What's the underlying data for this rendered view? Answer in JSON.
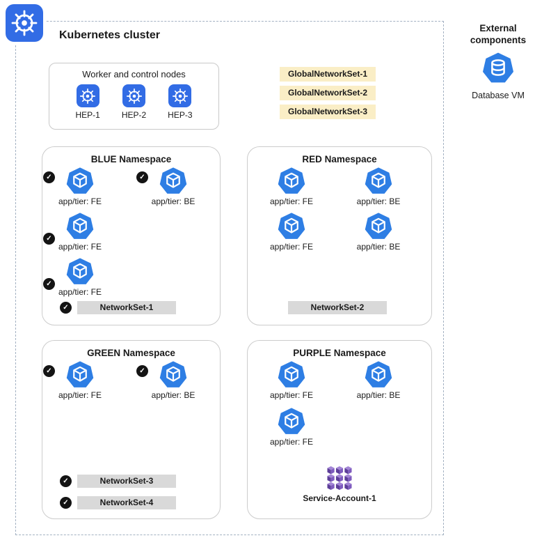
{
  "colors": {
    "k8s_blue": "#326CE5",
    "pod_blue": "#2E7EE4",
    "global_networkset_bg": "#FAEEC6",
    "networkset_bg": "#D9D9D9",
    "check_bg": "#141414",
    "service_account_purple": "#7E5BBE"
  },
  "cluster": {
    "title": "Kubernetes cluster"
  },
  "nodes_panel": {
    "title": "Worker and control nodes",
    "nodes": [
      {
        "label": "HEP-1"
      },
      {
        "label": "HEP-2"
      },
      {
        "label": "HEP-3"
      }
    ]
  },
  "global_network_sets": [
    {
      "label": "GlobalNetworkSet-1"
    },
    {
      "label": "GlobalNetworkSet-2"
    },
    {
      "label": "GlobalNetworkSet-3"
    }
  ],
  "namespaces": {
    "blue": {
      "title": "BLUE Namespace",
      "pods": [
        {
          "label": "app/tier: FE",
          "checked": true
        },
        {
          "label": "app/tier: BE",
          "checked": true
        },
        {
          "label": "app/tier: FE",
          "checked": true
        },
        {
          "label": "app/tier: FE",
          "checked": true
        }
      ],
      "network_sets": [
        {
          "label": "NetworkSet-1",
          "checked": true
        }
      ]
    },
    "red": {
      "title": "RED Namespace",
      "pods": [
        {
          "label": "app/tier: FE",
          "checked": false
        },
        {
          "label": "app/tier: BE",
          "checked": false
        },
        {
          "label": "app/tier: FE",
          "checked": false
        },
        {
          "label": "app/tier: BE",
          "checked": false
        }
      ],
      "network_sets": [
        {
          "label": "NetworkSet-2",
          "checked": false
        }
      ]
    },
    "green": {
      "title": "GREEN Namespace",
      "pods": [
        {
          "label": "app/tier: FE",
          "checked": true
        },
        {
          "label": "app/tier: BE",
          "checked": true
        }
      ],
      "network_sets": [
        {
          "label": "NetworkSet-3",
          "checked": true
        },
        {
          "label": "NetworkSet-4",
          "checked": true
        }
      ]
    },
    "purple": {
      "title": "PURPLE Namespace",
      "pods": [
        {
          "label": "app/tier: FE",
          "checked": false
        },
        {
          "label": "app/tier: BE",
          "checked": false
        },
        {
          "label": "app/tier: FE",
          "checked": false
        }
      ],
      "network_sets": [],
      "service_account": {
        "label": "Service-Account-1"
      }
    }
  },
  "external": {
    "title": "External components",
    "items": [
      {
        "label": "Database VM"
      }
    ]
  }
}
